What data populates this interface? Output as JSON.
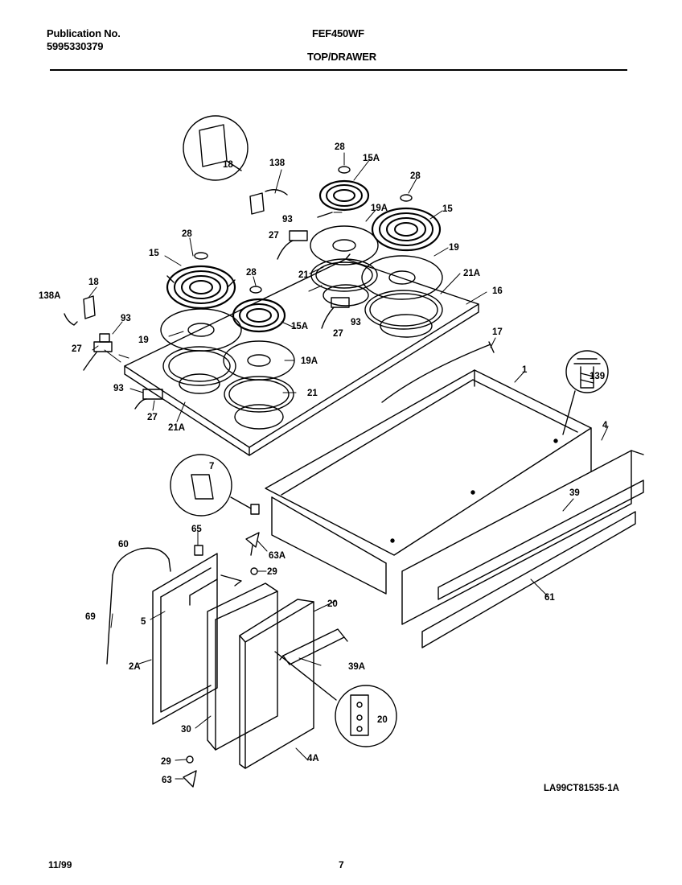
{
  "header": {
    "publication_label": "Publication No.",
    "publication_number": "5995330379",
    "model": "FEF450WF",
    "section": "TOP/DRAWER"
  },
  "diagram_code": "LA99CT81535-1A",
  "footer": {
    "date": "11/99",
    "page": "7"
  },
  "callouts": {
    "c1": "1",
    "c2A": "2A",
    "c4": "4",
    "c4A": "4A",
    "c5": "5",
    "c7": "7",
    "c15": "15",
    "c15b": "15",
    "c15A": "15A",
    "c15Ab": "15A",
    "c16": "16",
    "c17": "17",
    "c18": "18",
    "c18b": "18",
    "c19": "19",
    "c19b": "19",
    "c19A": "19A",
    "c19Ab": "19A",
    "c20": "20",
    "c20b": "20",
    "c21": "21",
    "c21b": "21",
    "c21A": "21A",
    "c21Ab": "21A",
    "c27": "27",
    "c27b": "27",
    "c27c": "27",
    "c27d": "27",
    "c28": "28",
    "c28b": "28",
    "c28c": "28",
    "c28d": "28",
    "c29": "29",
    "c29b": "29",
    "c30": "30",
    "c39": "39",
    "c39A": "39A",
    "c60": "60",
    "c61": "61",
    "c63": "63",
    "c63A": "63A",
    "c65": "65",
    "c69": "69",
    "c93": "93",
    "c93b": "93",
    "c93c": "93",
    "c93d": "93",
    "c138": "138",
    "c138A": "138A",
    "c139": "139"
  }
}
